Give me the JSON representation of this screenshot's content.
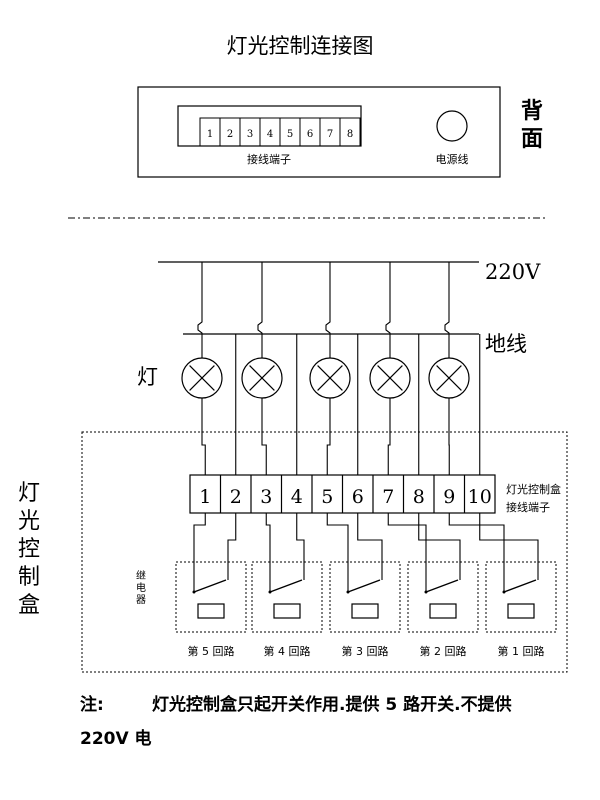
{
  "title": "灯光控制连接图",
  "back_panel": {
    "side_label": "背面",
    "terminal_numbers": [
      "1",
      "2",
      "3",
      "4",
      "5",
      "6",
      "7",
      "8"
    ],
    "terminal_caption": "接线端子",
    "power_caption": "电源线"
  },
  "power_line_label": "220V",
  "ground_line_label": "地线",
  "lamp_label": "灯",
  "control_box": {
    "side_label": "灯光控制盒",
    "terminal_numbers": [
      "1",
      "2",
      "3",
      "4",
      "5",
      "6",
      "7",
      "8",
      "9",
      "10"
    ],
    "terminal_caption_line1": "灯光控制盒",
    "terminal_caption_line2": "接线端子",
    "relay_label": "继电器",
    "circuits": [
      "第 5 回路",
      "第 4 回路",
      "第 3 回路",
      "第 2 回路",
      "第 1 回路"
    ]
  },
  "note": {
    "prefix": "注:",
    "line1": "灯光控制盒只起开关作用.提供 5 路开关.不提供",
    "line2": "220V 电"
  }
}
